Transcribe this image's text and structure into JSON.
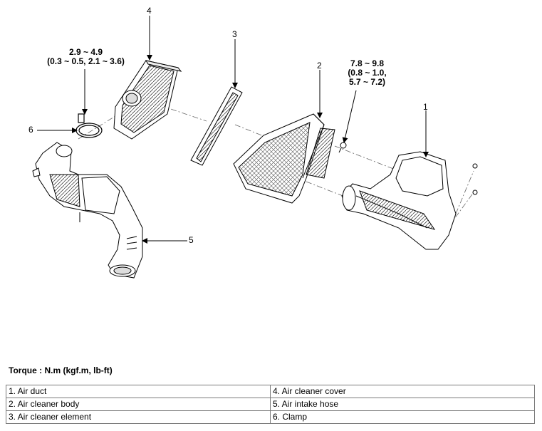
{
  "callouts": [
    "1",
    "2",
    "3",
    "4",
    "5",
    "6"
  ],
  "torque_1": {
    "line1": "2.9 ~ 4.9",
    "line2": "(0.3 ~ 0.5, 2.1 ~ 3.6)"
  },
  "torque_2": {
    "line1": "7.8 ~ 9.8",
    "line2": "(0.8 ~ 1.0,",
    "line3": "5.7 ~ 7.2)"
  },
  "torque_title": "Torque : N.m (kgf.m, lb-ft)",
  "legend": [
    [
      "1. Air duct",
      "4. Air cleaner cover"
    ],
    [
      "2. Air cleaner body",
      "5. Air intake hose"
    ],
    [
      "3. Air cleaner element",
      "6. Clamp"
    ]
  ]
}
